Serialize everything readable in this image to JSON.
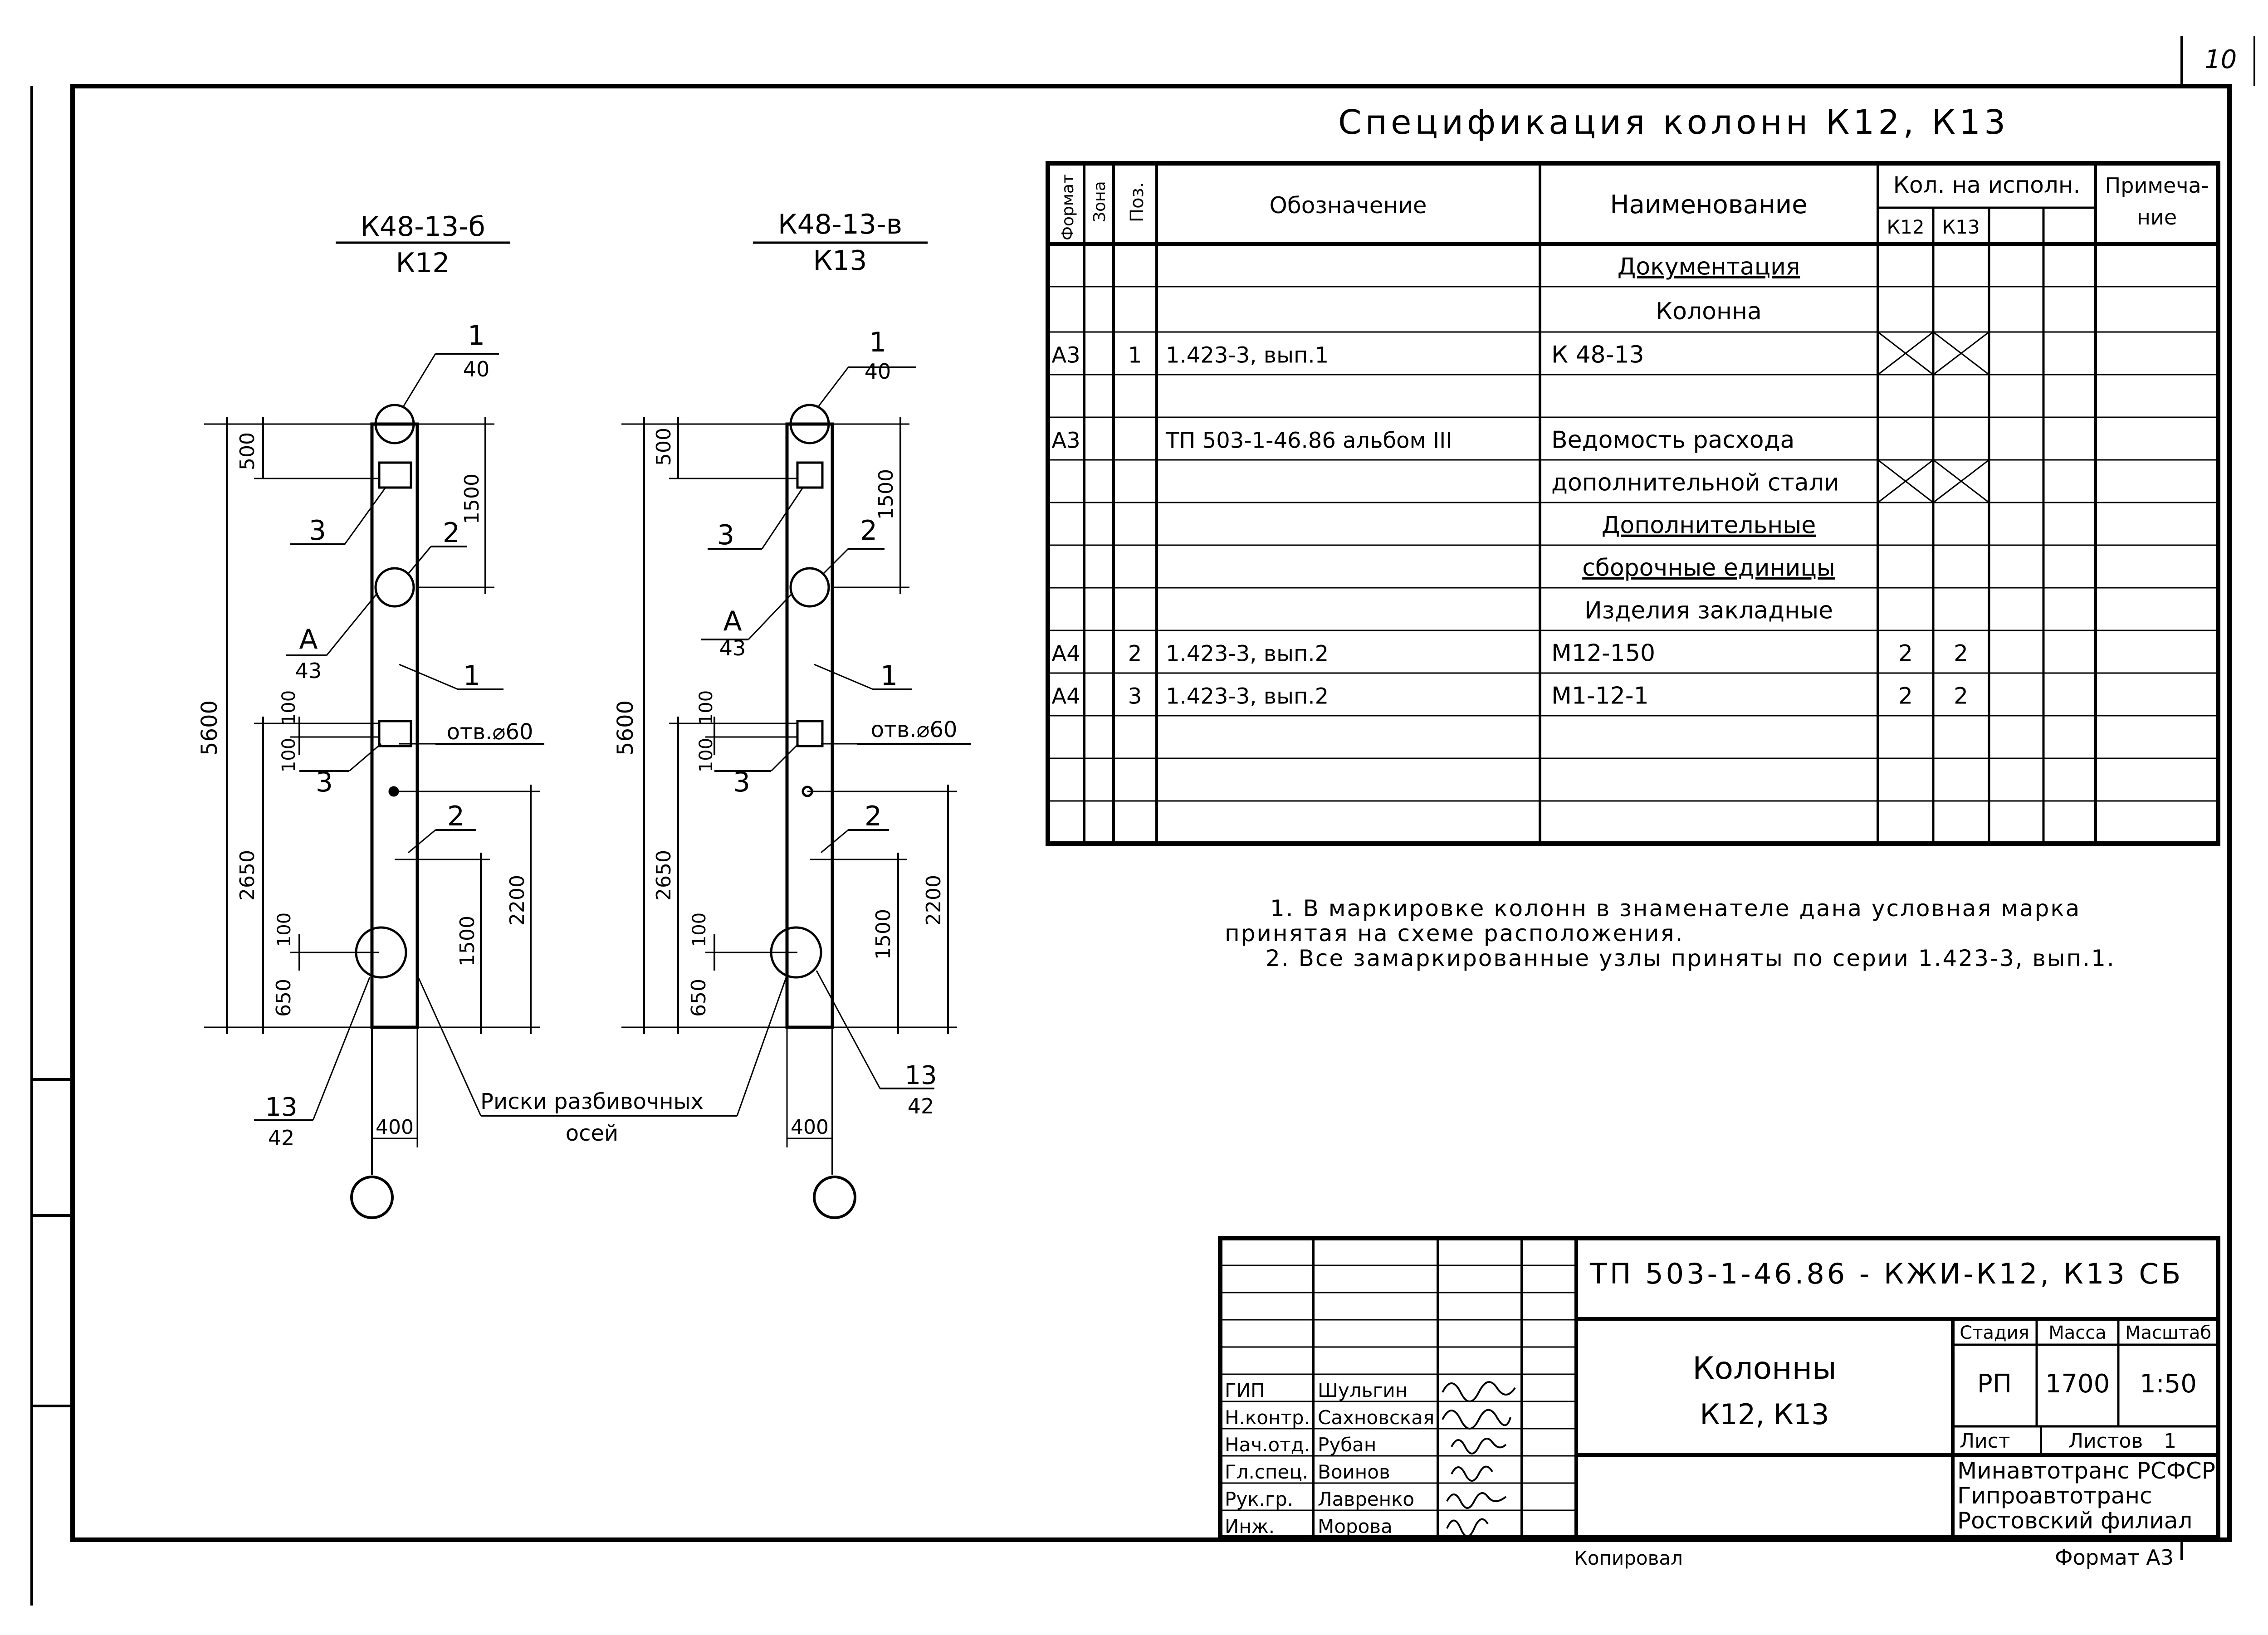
{
  "page_number": "10",
  "spec": {
    "title": "Спецификация колонн К12, К13",
    "headers": {
      "format": "Формат",
      "zone": "Зона",
      "pos": "Поз.",
      "designation": "Обозначение",
      "name": "Наименование",
      "qty": "Кол. на исполн.",
      "k12": "К12",
      "k13": "К13",
      "note_1": "Примеча-",
      "note_2": "ние"
    },
    "rows": [
      {
        "format": "",
        "pos": "",
        "designation": "",
        "name": "Документация",
        "k12": "",
        "k13": "",
        "section": true
      },
      {
        "format": "",
        "pos": "",
        "designation": "",
        "name": "Колонна",
        "k12": "",
        "k13": "",
        "section": false
      },
      {
        "format": "А3",
        "pos": "1",
        "designation": "1.423-3, вып.1",
        "name": "К 48-13",
        "k12": "",
        "k13": "",
        "section": false
      },
      {
        "format": "",
        "pos": "",
        "designation": "",
        "name": "",
        "k12": "",
        "k13": "",
        "section": false
      },
      {
        "format": "А3",
        "pos": "",
        "designation": "ТП 503-1-46.86 альбом III",
        "name": "Ведомость расхода",
        "k12": "",
        "k13": "",
        "section": false
      },
      {
        "format": "",
        "pos": "",
        "designation": "",
        "name": "дополнительной стали",
        "k12": "",
        "k13": "",
        "section": false
      },
      {
        "format": "",
        "pos": "",
        "designation": "",
        "name": "Дополнительные",
        "k12": "",
        "k13": "",
        "section": true
      },
      {
        "format": "",
        "pos": "",
        "designation": "",
        "name": "сборочные единицы",
        "k12": "",
        "k13": "",
        "section": true
      },
      {
        "format": "",
        "pos": "",
        "designation": "",
        "name": "Изделия закладные",
        "k12": "",
        "k13": "",
        "section": false
      },
      {
        "format": "А4",
        "pos": "2",
        "designation": "1.423-3, вып.2",
        "name": "М12-150",
        "k12": "2",
        "k13": "2",
        "section": false
      },
      {
        "format": "А4",
        "pos": "3",
        "designation": "1.423-3, вып.2",
        "name": "М1-12-1",
        "k12": "2",
        "k13": "2",
        "section": false
      },
      {
        "format": "",
        "pos": "",
        "designation": "",
        "name": "",
        "k12": "",
        "k13": "",
        "section": false
      },
      {
        "format": "",
        "pos": "",
        "designation": "",
        "name": "",
        "k12": "",
        "k13": "",
        "section": false
      },
      {
        "format": "",
        "pos": "",
        "designation": "",
        "name": "",
        "k12": "",
        "k13": "",
        "section": false
      }
    ],
    "crossed_rows": [
      2,
      5
    ]
  },
  "notes": [
    "1. В маркировке колонн в знаменателе дана условная марка",
    "принятая на схеме расположения.",
    "2. Все замаркированные узлы приняты по серии 1.423-3, вып.1."
  ],
  "columns": [
    {
      "mark_num": "К48-13-б",
      "mark_den": "К12",
      "dims": {
        "total": "5600",
        "top": "500",
        "top2": "1500",
        "mid": "100",
        "mid2": "100",
        "low": "2650",
        "low2": "100",
        "base": "650",
        "r1": "2200",
        "r2": "1500",
        "width": "400"
      },
      "hole": "отв.⌀60"
    },
    {
      "mark_num": "К48-13-в",
      "mark_den": "К13",
      "dims": {
        "total": "5600",
        "top": "500",
        "top2": "1500",
        "mid": "100",
        "mid2": "100",
        "low": "2650",
        "low2": "100",
        "base": "650",
        "r1": "2200",
        "r2": "1500",
        "width": "400"
      },
      "hole": "отв.⌀60"
    }
  ],
  "callouts": {
    "node1_num": "1",
    "node1_den": "40",
    "nodeA_num": "А",
    "nodeA_den": "43",
    "node13_num": "13",
    "node13_den": "42",
    "pos1": "1",
    "pos2": "2",
    "pos3": "3"
  },
  "axis_marks_1": "Риски разбивочных",
  "axis_marks_2": "осей",
  "title_block": {
    "doc_code": "ТП 503-1-46.86 - КЖИ-К12, К13 СБ",
    "name_1": "Колонны",
    "name_2": "К12, К13",
    "stage_label": "Стадия",
    "mass_label": "Масса",
    "scale_label": "Масштаб",
    "stage": "РП",
    "mass": "1700",
    "scale": "1:50",
    "sheet_label": "Лист",
    "sheets_label": "Листов",
    "sheets": "1",
    "org_1": "Минавтотранс РСФСР",
    "org_2": "Гипроавтотранс",
    "org_3": "Ростовский филиал",
    "staff": [
      {
        "role": "ГИП",
        "name": "Шульгин"
      },
      {
        "role": "Н.контр.",
        "name": "Сахновская"
      },
      {
        "role": "Нач.отд.",
        "name": "Рубан"
      },
      {
        "role": "Гл.спец.",
        "name": "Воинов"
      },
      {
        "role": "Рук.гр.",
        "name": "Лавренко"
      },
      {
        "role": "Инж.",
        "name": "Морова"
      }
    ]
  },
  "copied_label": "Копировал",
  "format_label": "Формат А3"
}
